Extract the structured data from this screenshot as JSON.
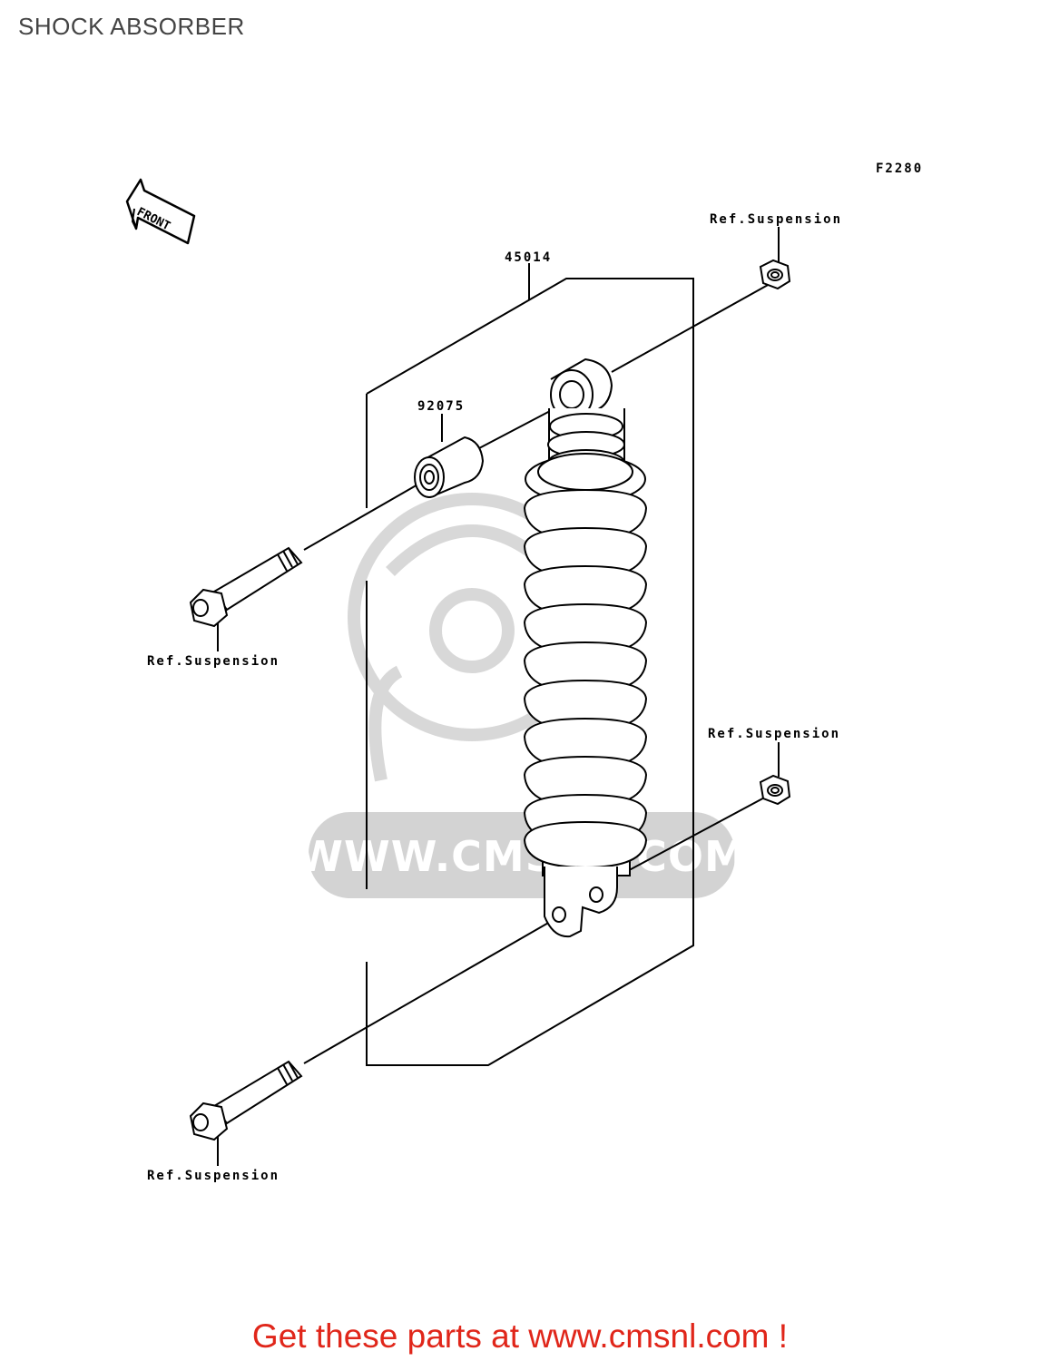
{
  "page": {
    "title": "SHOCK ABSORBER",
    "cta": "Get these parts at www.cmsnl.com !"
  },
  "diagram": {
    "figure_code": "F2280",
    "front_marker": "FRONT",
    "labels": {
      "assembly": "45014",
      "collar": "92075",
      "ref_top_right": "Ref.Suspension",
      "ref_upper_left": "Ref.Suspension",
      "ref_mid_right": "Ref.Suspension",
      "ref_bottom_left": "Ref.Suspension"
    },
    "watermark": "WWW.CMSNL.COM"
  },
  "colors": {
    "title": "#444444",
    "cta": "#e0261a",
    "line": "#000000",
    "watermark": "#c8c8c8"
  }
}
